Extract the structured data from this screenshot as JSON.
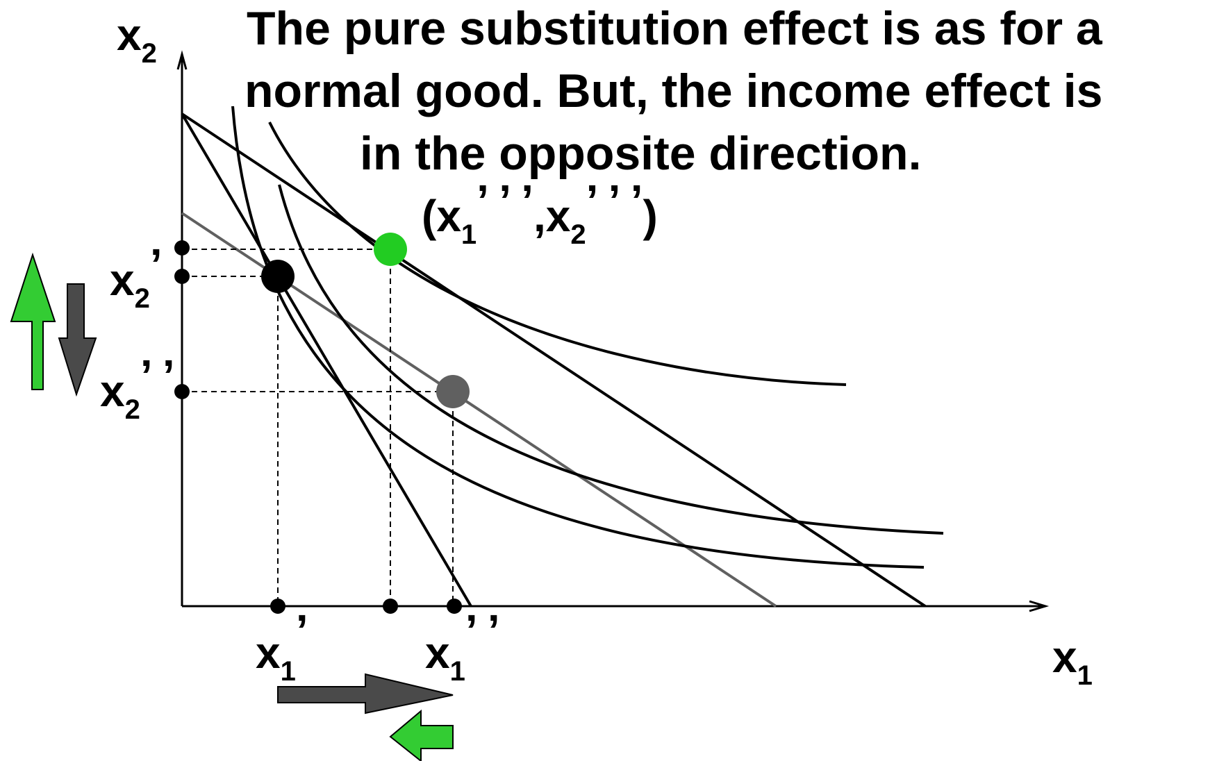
{
  "heading": {
    "line1": "The pure substitution effect is as for a",
    "line2": "normal good.   But, the income effect is",
    "line3": "in the opposite direction."
  },
  "axes": {
    "x_label": "x",
    "x_sub": "1",
    "y_label": "x",
    "y_sub": "2"
  },
  "points": {
    "original": {
      "x": "x",
      "x_sub": "1",
      "x_primes": "’",
      "y": "x",
      "y_sub": "2",
      "y_primes": "’",
      "color": "#000000"
    },
    "substitution": {
      "x": "x",
      "x_sub": "1",
      "x_primes": "’ ’",
      "y": "x",
      "y_sub": "2",
      "y_primes": "’ ’",
      "color": "#606060"
    },
    "final": {
      "open": "(",
      "x": "x",
      "x_sub": "1",
      "x_primes": "’ ’ ’",
      "comma": ",",
      "y": "x",
      "y_sub": "2",
      "y_primes": "’ ’ ’",
      "close": ")",
      "color": "#22cc22"
    }
  },
  "arrow_colors": {
    "substitution": "#4a4a4a",
    "income": "#33cc33"
  },
  "line_colors": {
    "curves": "#000000",
    "compensated_budget": "#606060"
  }
}
